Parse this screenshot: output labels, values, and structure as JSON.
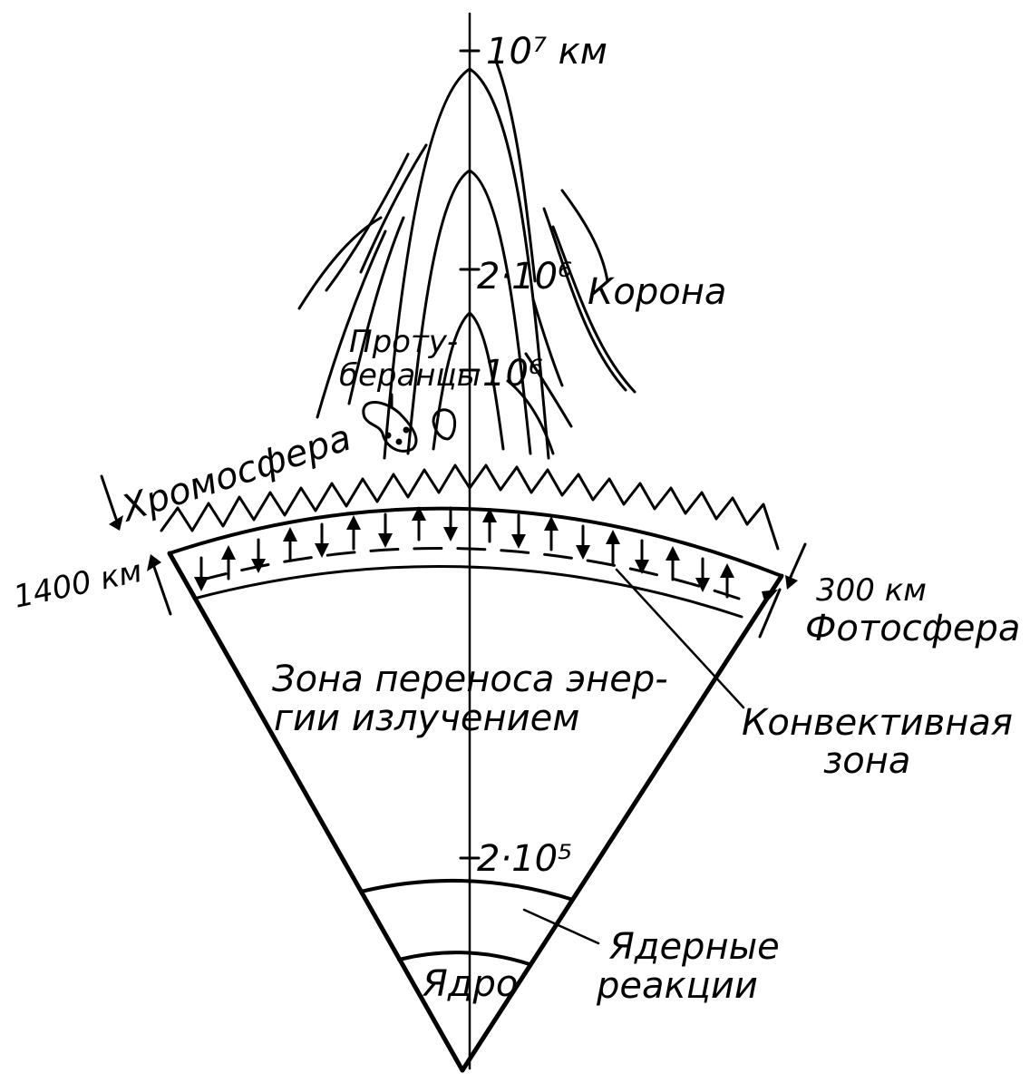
{
  "labels": {
    "top_scale": "10⁷ км",
    "mid_scale": "2·10⁶",
    "low_scale": "10⁶",
    "inner_scale": "2·10⁵",
    "corona": "Корона",
    "prominences_line1": "Проту-",
    "prominences_line2": "беранцы",
    "chromosphere": "Хромосфера",
    "chromo_thickness": "1400 км",
    "photo_thickness": "300 км",
    "photosphere": "Фотосфера",
    "radiative_zone_line1": "Зона переноса энер-",
    "radiative_zone_line2": "гии излучением",
    "convective_zone_line1": "Конвективная",
    "convective_zone_line2": "зона",
    "nuclear_line1": "Ядерные",
    "nuclear_line2": "реакции",
    "core": "Ядро"
  },
  "colors": {
    "ink": "#000000",
    "background": "#ffffff"
  }
}
